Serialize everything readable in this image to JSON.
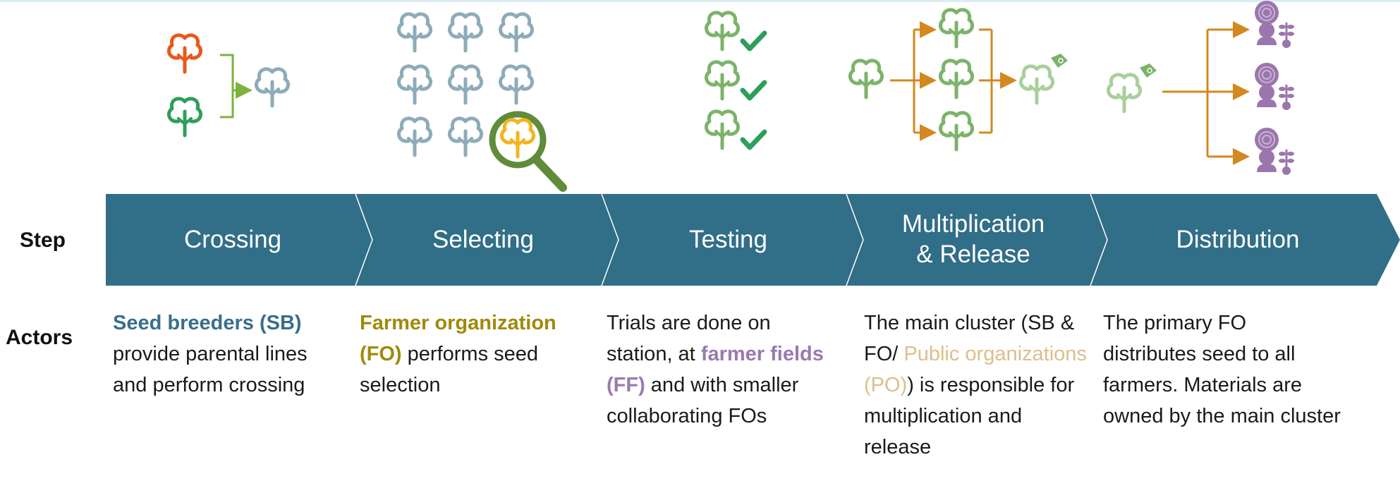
{
  "labels": {
    "step": "Step",
    "actors": "Actors"
  },
  "steps": [
    {
      "title_line1": "Crossing",
      "title_line2": ""
    },
    {
      "title_line1": "Selecting",
      "title_line2": ""
    },
    {
      "title_line1": "Testing",
      "title_line2": ""
    },
    {
      "title_line1": "Multiplication",
      "title_line2": "& Release"
    },
    {
      "title_line1": "Distribution",
      "title_line2": ""
    }
  ],
  "actors": [
    {
      "highlight": "Seed breeders (SB)",
      "rest": " provide parental lines and perform crossing"
    },
    {
      "highlight": "Farmer organization (FO)",
      "rest": " performs seed selection"
    },
    {
      "before": "Trials are done on station, at ",
      "highlight": "farmer fields (FF)",
      "after": " and with smaller collaborating FOs"
    },
    {
      "before": "The main cluster (SB & FO/ ",
      "highlight": "Public organizations (PO)",
      "after": ") is responsible for multiplication and release"
    },
    {
      "text": "The primary FO distributes seed to all farmers. Materials are owned by the main cluster"
    }
  ],
  "colors": {
    "chevron": "#316e87",
    "chevron_divider": "#ffffff",
    "cotton_orange": "#e8591c",
    "cotton_green": "#2e9e5b",
    "cotton_bluegray": "#8eabb8",
    "cotton_lightgreen": "#7cb36a",
    "cotton_yellow": "#f2b51d",
    "magnifier": "#5f8c3a",
    "checkmark": "#2e9e5b",
    "arrow_green": "#7bb33d",
    "arrow_orange": "#d4881f",
    "farmer_purple": "#9b76ad"
  },
  "icons": [
    "cotton-plant-icon",
    "arrow-icon",
    "magnifier-icon",
    "checkmark-icon",
    "price-tag-icon",
    "farmer-icon",
    "seedling-icon"
  ]
}
